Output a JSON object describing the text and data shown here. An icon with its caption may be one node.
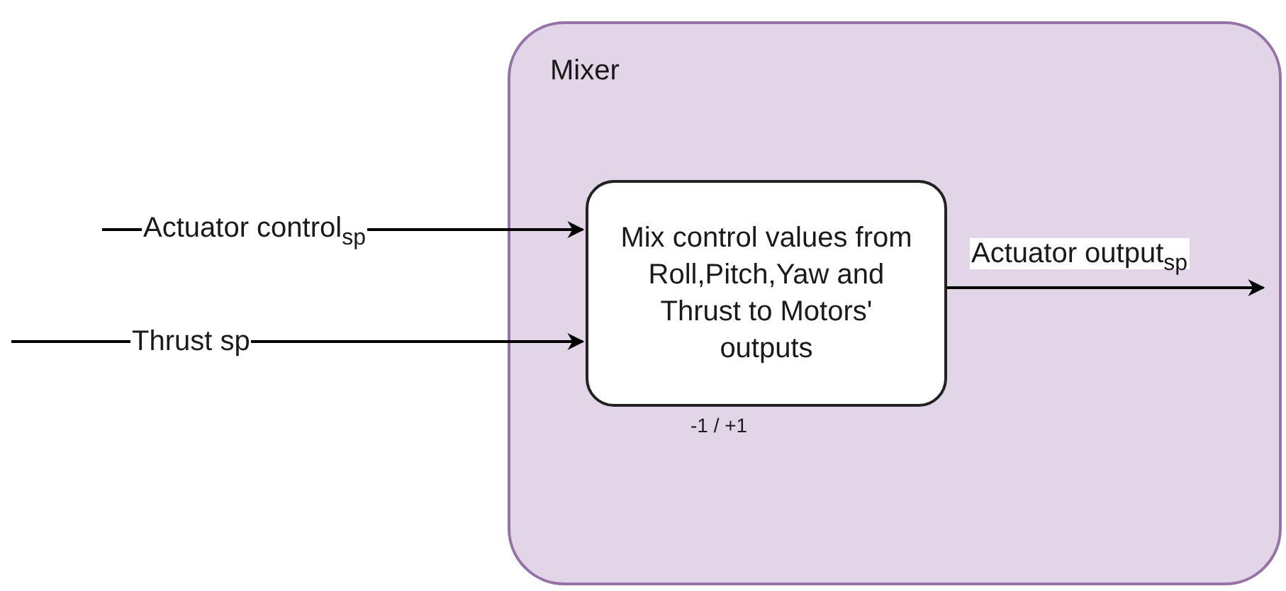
{
  "diagram": {
    "nodes": [
      {
        "text": [
          "Mixer"
        ]
      },
      {
        "text": [
          "Mix control values from Roll,Pitch,Yaw and Thrust to Motors' outputs"
        ],
        "in": 0,
        "beside": [
          "-1 / +1"
        ]
      }
    ],
    "edges": [
      {
        "from": null,
        "to": 1,
        "arrow": "to",
        "label": "Actuator control$_{sp}$"
      },
      {
        "from": null,
        "to": 1,
        "arrow": "to",
        "label": "Thrust sp"
      },
      {
        "from": 1,
        "to": null,
        "arrow": "to",
        "label": "Actuator output$_{sp}$"
      }
    ]
  }
}
